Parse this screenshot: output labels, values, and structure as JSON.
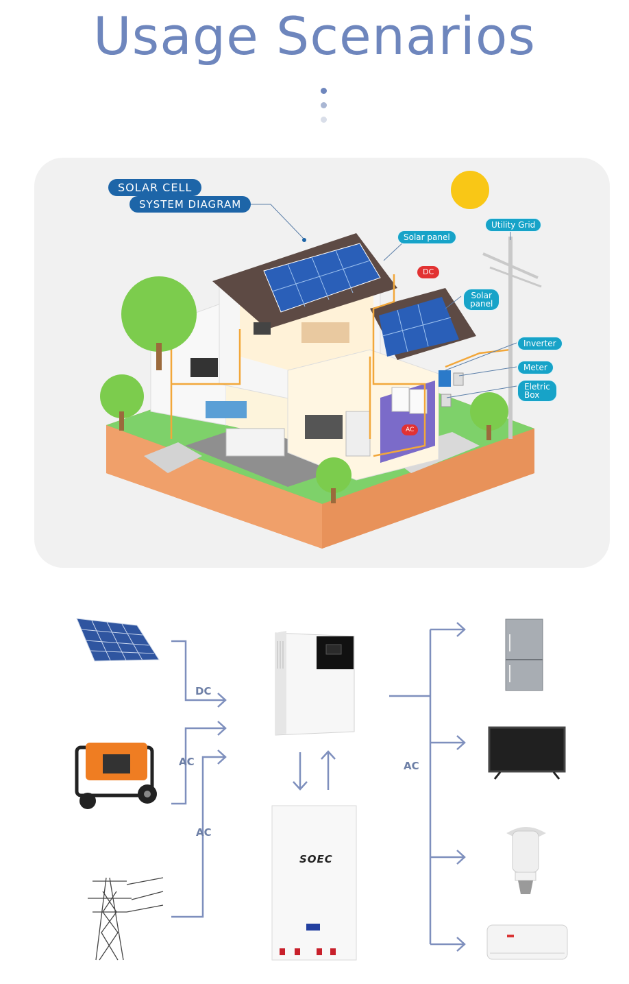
{
  "page": {
    "title": "Usage Scenarios"
  },
  "dots": {
    "colors": [
      "#6e86bd",
      "#a9b6d3",
      "#d9dee9"
    ]
  },
  "diagram": {
    "title_line1": "SOLAR CELL",
    "title_line2": "SYSTEM DIAGRAM",
    "labels": {
      "utility_grid": "Utility Grid",
      "solar_panel_1": "Solar panel",
      "dc": "DC",
      "solar_panel_2_line1": "Solar",
      "solar_panel_2_line2": "panel",
      "inverter": "Inverter",
      "meter": "Meter",
      "box_line1": "Eletric",
      "box_line2": "Box",
      "ac": "AC"
    }
  },
  "flow": {
    "dc_label": "DC",
    "ac_label_generator": "AC",
    "ac_label_grid": "AC",
    "ac_label_output": "AC",
    "battery_brand": "SOEC"
  },
  "colors": {
    "line": "#7e8fbd",
    "accent": "#6e86bd",
    "teal": "#17a3c8",
    "red": "#e23232",
    "navy": "#1d65a8"
  }
}
